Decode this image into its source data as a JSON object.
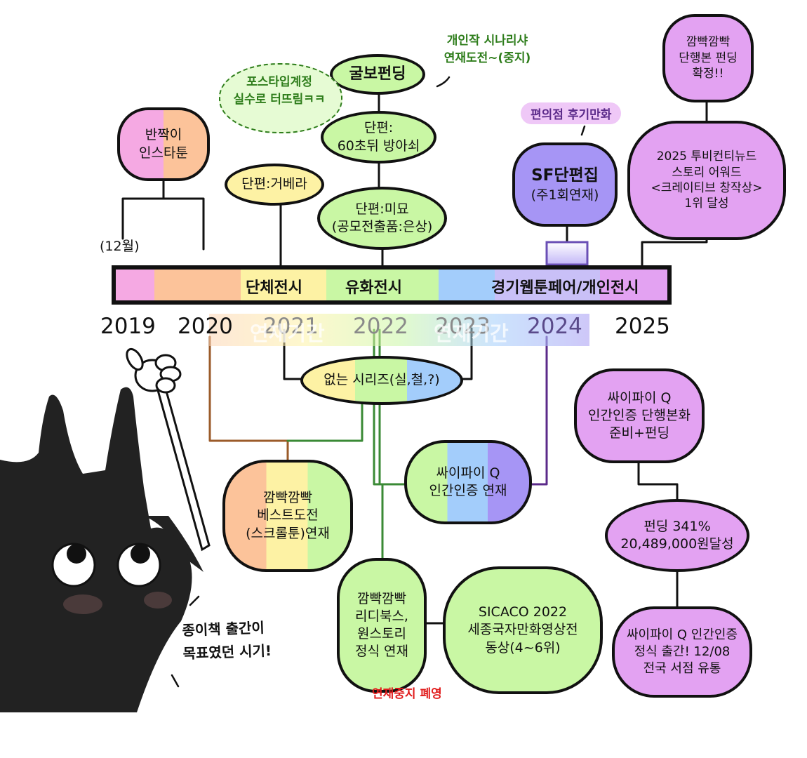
{
  "timeline": {
    "years": [
      "2019",
      "2020",
      "2021",
      "2022",
      "2023",
      "2024",
      "2025"
    ],
    "bar_labels": {
      "group": "단체전시",
      "oil": "유화전시",
      "fair": "경기웹툰페어/개인전시"
    },
    "hiatus_label_1": "연재기간",
    "hiatus_label_2": "연재기간",
    "month_label": "(12월)"
  },
  "colors": {
    "pink": "#f5a9e3",
    "orange": "#fcc39a",
    "yellow": "#fdf2a4",
    "green": "#c9f7a4",
    "blue": "#a3cdfb",
    "lavender": "#b3a9f5",
    "purple": "#e3a2f2",
    "deep_purple": "#a695f5",
    "brown_line": "#9b5b2a",
    "green_line": "#3a8a35",
    "purple_line": "#5b2a8a",
    "red_text": "#e11b1b"
  },
  "nodes": {
    "banzzak": [
      "반짝이",
      "인스타툰"
    ],
    "gabera": [
      "단편:거베라"
    ],
    "gulbo": [
      "굴보펀딩"
    ],
    "short60": [
      "단편:",
      "60초뒤 방아쇠"
    ],
    "mimyo": [
      "단편:미묘",
      "(공모전출품:은상)"
    ],
    "sf": [
      "SF단편집",
      "(주1회연재)"
    ],
    "funding_confirm": [
      "깜빡깜빡",
      "단행본 펀딩",
      "확정!!"
    ],
    "award2025": [
      "2025 투비컨티뉴드",
      "스토리 어워드",
      "<크레이티브 창작상>",
      "1위 달성"
    ],
    "no_series": [
      "없는 시리즈(실,철,?)"
    ],
    "best_challenge": [
      "깜빡깜빡",
      "베스트도전",
      "(스크롤툰)연재"
    ],
    "scifi_serial": [
      "싸이파이 Q",
      "인간인증 연재"
    ],
    "scifi_book_prep": [
      "싸이파이 Q",
      "인간인증 단행본화",
      "준비+펀딩"
    ],
    "funding_result": [
      "펀딩 341%",
      "20,489,000원달성"
    ],
    "ridi": [
      "깜빡깜빡",
      "리디북스,",
      "원스토리",
      "정식 연재"
    ],
    "sicaco": [
      "SICACO 2022",
      "세종국자만화영상전",
      "동상(4~6위)"
    ],
    "publish": [
      "싸이파이 Q 인간인증",
      "정식 출간! 12/08",
      "전국 서점 유통"
    ]
  },
  "annotations": {
    "postype": [
      "포스타입계정",
      "실수로 터뜨림ㅋㅋ"
    ],
    "personal": [
      "개인작 시나리샤",
      "연재도전~(중지)"
    ],
    "convenience": "편의점 후기만화",
    "cancel": "연재중지 폐영",
    "mascot_speech": [
      "종이책 출간이",
      "목표였던 시기!"
    ]
  }
}
